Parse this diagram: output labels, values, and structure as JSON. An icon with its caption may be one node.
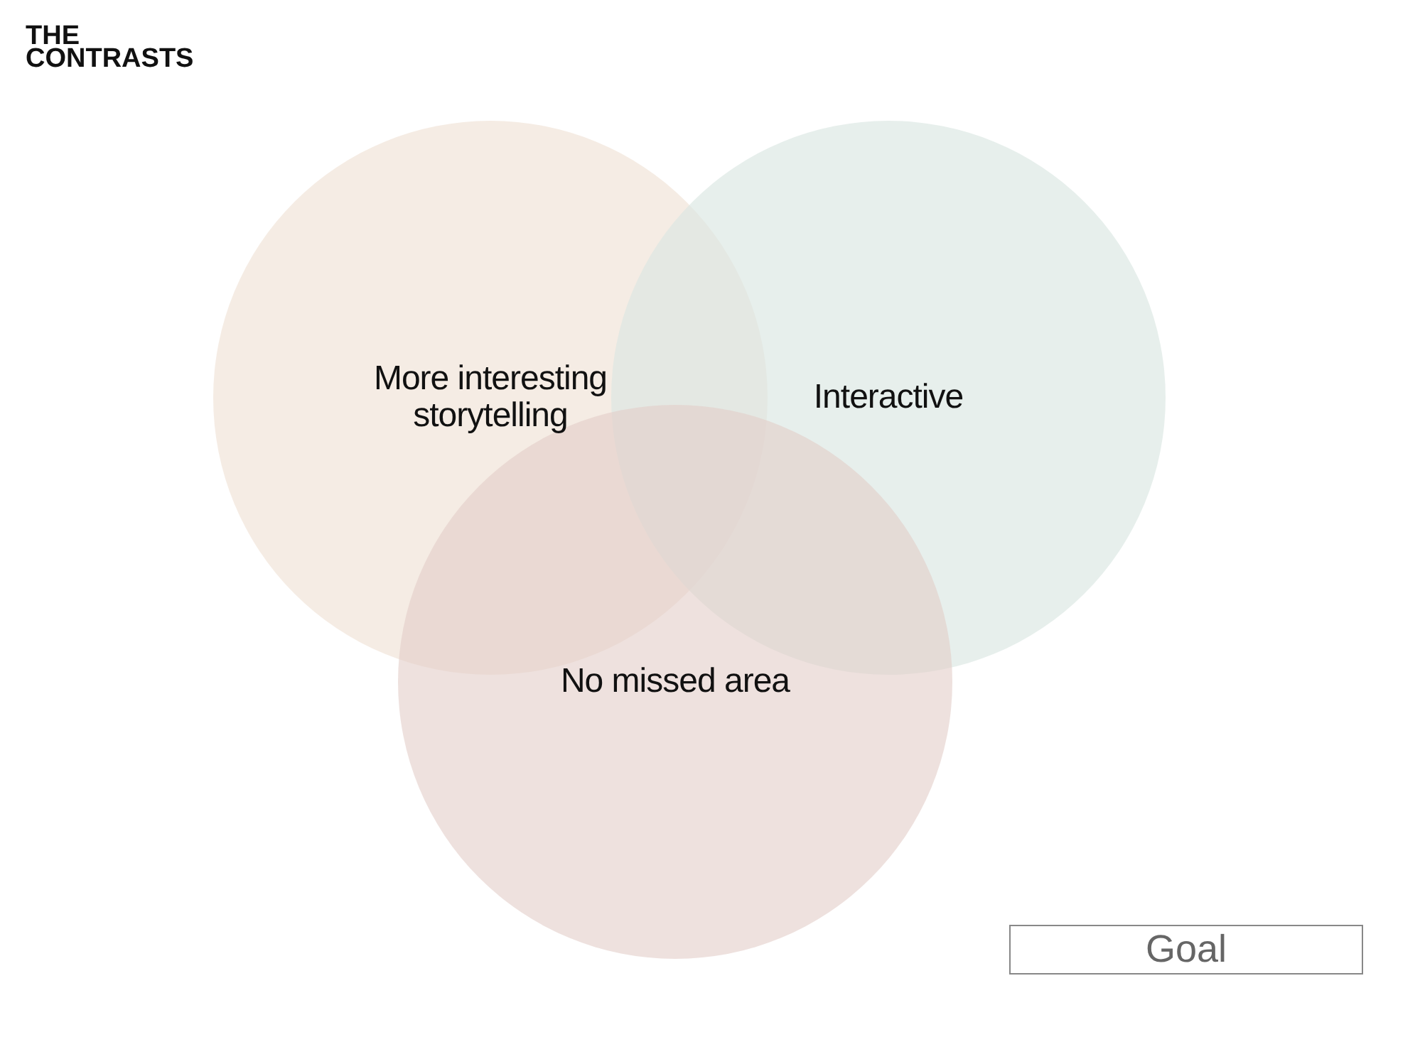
{
  "diagram": {
    "title": "THE CONTRASTS",
    "nodes": [
      {
        "text": [
          "More interesting storytelling"
        ]
      },
      {
        "text": [
          "Interactive"
        ]
      },
      {
        "text": [
          "No missed area"
        ]
      },
      {
        "text": [
          "Goal"
        ]
      }
    ]
  }
}
